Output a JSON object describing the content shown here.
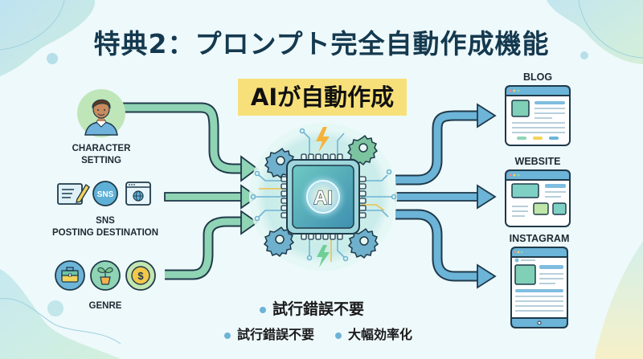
{
  "title": "特典2：プロンプト完全自動作成機能",
  "center_label": "AIが自動作成",
  "chip_text": "AI",
  "inputs": [
    {
      "label_lines": [
        "CHARACTER",
        "SETTING"
      ],
      "icons": [
        "person-avatar-icon"
      ]
    },
    {
      "label_lines": [
        "SNS",
        "POSTING DESTINATION"
      ],
      "icons": [
        "document-pencil-icon",
        "sns-icon",
        "browser-globe-icon"
      ],
      "sns_badge": "SNS"
    },
    {
      "label_lines": [
        "GENRE"
      ],
      "icons": [
        "briefcase-icon",
        "plant-icon",
        "dollar-coin-icon"
      ],
      "coin_symbol": "$"
    }
  ],
  "outputs": [
    {
      "label": "BLOG",
      "icon": "blog-page-icon"
    },
    {
      "label": "WEBSITE",
      "icon": "website-page-icon"
    },
    {
      "label": "INSTAGRAM",
      "icon": "tablet-feed-icon"
    }
  ],
  "benefits": {
    "primary": "試行錯誤不要",
    "secondary": [
      "試行錯誤不要",
      "大幅効率化"
    ]
  },
  "colors": {
    "title": "#14394f",
    "highlight": "#f7e07a",
    "input_arrow": "#8fd4b4",
    "output_arrow": "#6cb4d8",
    "outline": "#1f3a4a",
    "bullet": "#6db3d6"
  }
}
